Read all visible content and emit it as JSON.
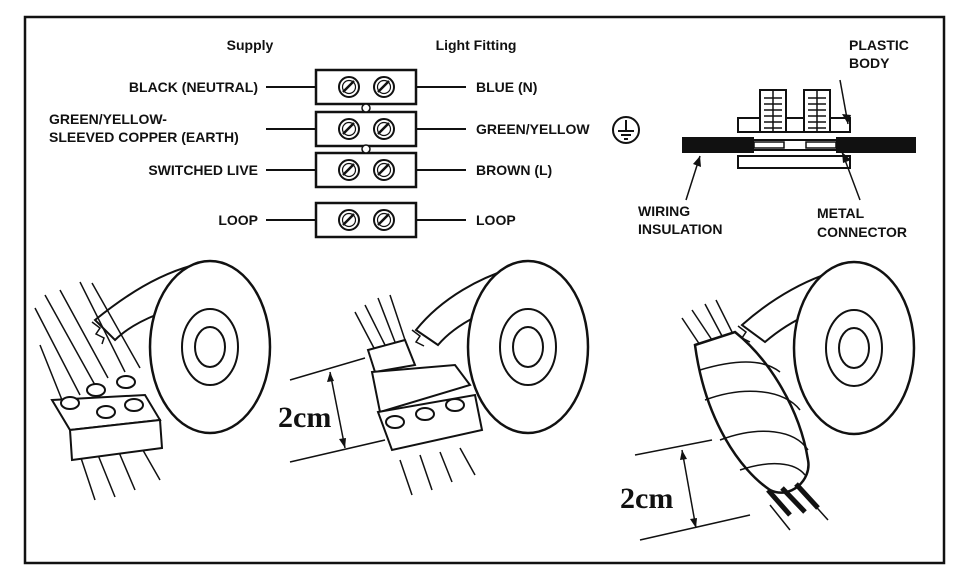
{
  "headers": {
    "supply": "Supply",
    "light_fitting": "Light Fitting"
  },
  "left_labels": {
    "black_neutral": "BLACK (NEUTRAL)",
    "earth_line1": "GREEN/YELLOW-",
    "earth_line2": "SLEEVED COPPER (EARTH)",
    "switched_live": "SWITCHED LIVE",
    "loop": "LOOP"
  },
  "right_labels": {
    "blue": "BLUE (N)",
    "green_yellow": "GREEN/YELLOW",
    "brown": "BROWN (L)",
    "loop": "LOOP"
  },
  "connector_labels": {
    "plastic_line1": "PLASTIC",
    "plastic_line2": "BODY",
    "wiring_line1": "WIRING",
    "wiring_line2": "INSULATION",
    "metal_line1": "METAL",
    "metal_line2": "CONNECTOR"
  },
  "measurements": {
    "first": "2cm",
    "second": "2cm"
  },
  "icons": [
    "earth-symbol-icon",
    "screw-icon",
    "tape-roll-icon"
  ],
  "colors": {
    "ink": "#111111",
    "background": "#ffffff"
  }
}
